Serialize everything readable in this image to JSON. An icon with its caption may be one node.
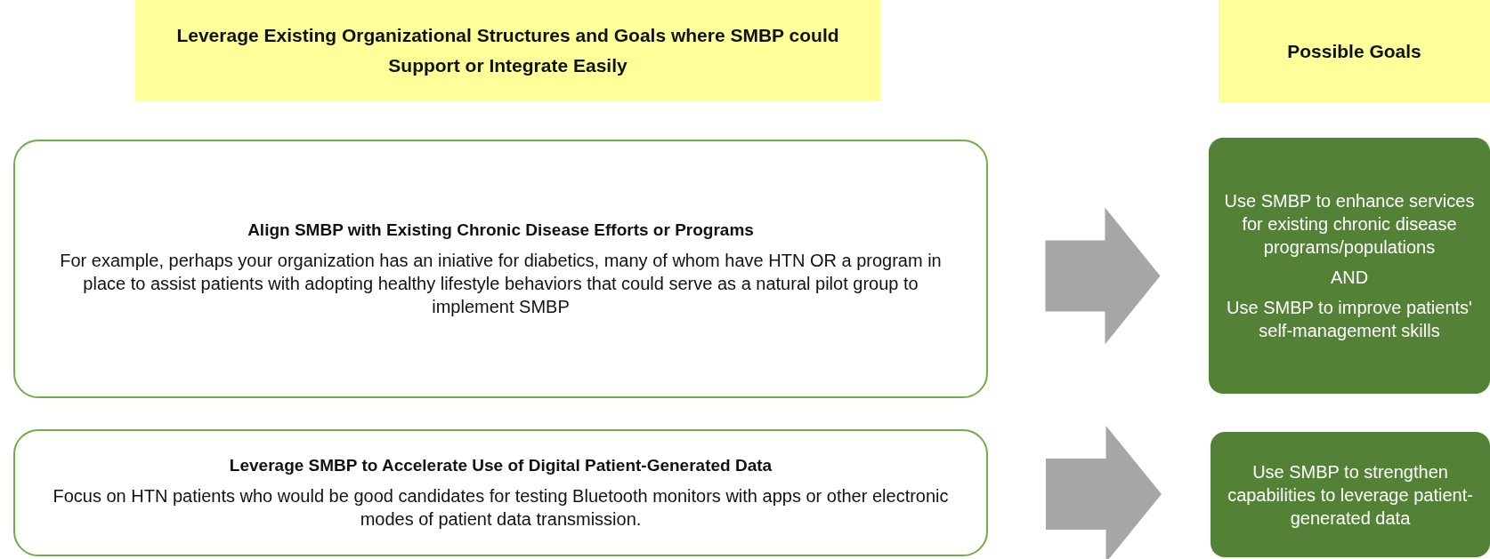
{
  "diagram": {
    "nodes": [
      {
        "text": [
          "Leverage Existing Organizational Structures and Goals where SMBP could Support or Integrate Easily"
        ]
      },
      {
        "text": [
          "Possible Goals"
        ]
      },
      {
        "text": [
          "Align SMBP with Existing Chronic Disease Efforts or Programs",
          "For example, perhaps your organization has an iniative for diabetics, many of whom have HTN OR a program in place to assist patients with adopting healthy lifestyle behaviors that could serve as a natural pilot group to implement SMBP"
        ]
      },
      {
        "text": [
          "Use SMBP to enhance services for existing chronic disease programs/populations",
          "AND",
          "Use SMBP to improve patients' self-management skills"
        ]
      },
      {
        "text": [
          "Leverage SMBP to Accelerate Use of Digital Patient-Generated Data",
          "Focus on HTN patients who would be good candidates for testing Bluetooth monitors with apps or other electronic modes of patient data transmission."
        ]
      },
      {
        "text": [
          "Use SMBP to strengthen capabilities to leverage patient-generated data"
        ]
      }
    ],
    "edges": [
      {
        "from": 2,
        "to": 3,
        "arrow": "to"
      },
      {
        "from": 4,
        "to": 5,
        "arrow": "to"
      }
    ]
  }
}
